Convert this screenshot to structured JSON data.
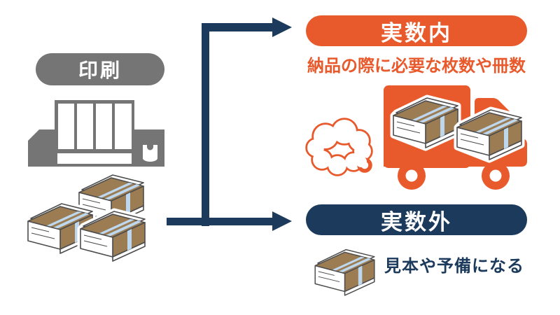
{
  "diagram": {
    "source": {
      "label": "印刷"
    },
    "branches": [
      {
        "label": "実数内",
        "description": "納品の際に必要な枚数や冊数"
      },
      {
        "label": "実数外",
        "description": "見本や予備になる"
      }
    ],
    "icons": {
      "printer": "printing-press-icon",
      "bundle_stack": "paper-bundles-stack-icon",
      "truck": "delivery-truck-icon",
      "cloud": "exhaust-cloud-icon",
      "single_bundle": "paper-bundle-icon",
      "arrows": "branch-arrows-icon"
    },
    "colors": {
      "accent_orange": "#E8592B",
      "navy": "#1B3A5C",
      "gray": "#757575",
      "kraft_brown": "#9C7C52",
      "strap_blue": "#BDD7EE",
      "outline": "#4D4D4D",
      "background": "#FFFFFF"
    }
  }
}
